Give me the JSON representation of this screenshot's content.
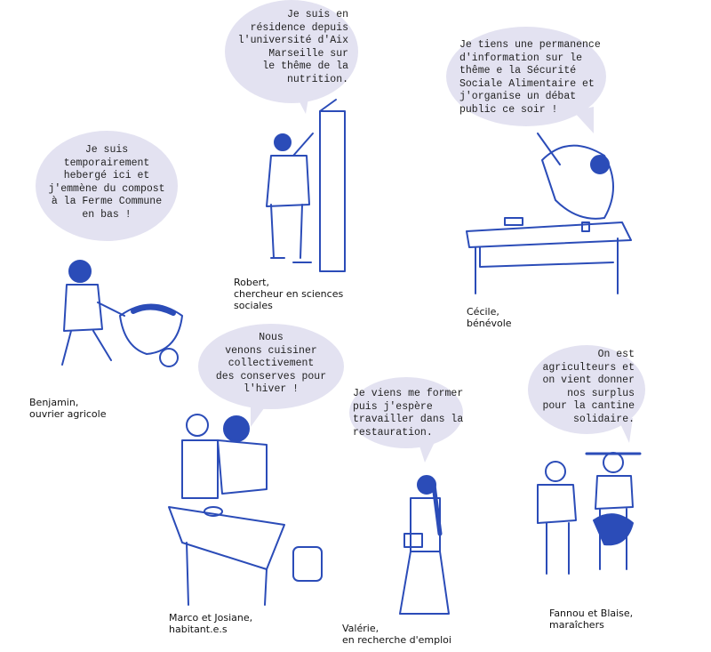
{
  "colors": {
    "bubble": "#e3e2f1",
    "ink": "#2b4cb8"
  },
  "characters": [
    {
      "id": "robert",
      "speech": "Je suis en\nrésidence depuis\nl'université d'Aix\nMarseille sur\nle thême de la\nnutrition.",
      "caption": [
        "Robert,",
        "chercheur en sciences",
        "sociales"
      ]
    },
    {
      "id": "cecile",
      "speech": "Je tiens une permanence\nd'information sur le\nthême e la Sécurité\nSociale Alimentaire et\nj'organise un débat\npublic ce soir !",
      "caption": [
        "Cécile,",
        "bénévole"
      ]
    },
    {
      "id": "benjamin",
      "speech": "Je suis\ntemporairement\nhebergé ici et\nj'emmène du compost\nà la Ferme Commune\nen bas !",
      "caption": [
        "Benjamin,",
        "ouvrier agricole"
      ]
    },
    {
      "id": "marco",
      "speech": "Nous\nvenons cuisiner\ncollectivement\ndes conserves pour\nl'hiver !",
      "caption": [
        "Marco et Josiane,",
        "habitant.e.s"
      ]
    },
    {
      "id": "valerie",
      "speech": "Je viens me former\npuis j'espère\ntravailler dans la\nrestauration.",
      "caption": [
        "Valérie,",
        "en recherche d'emploi"
      ]
    },
    {
      "id": "fannou",
      "speech": "On est\nagriculteurs et\non vient donner\nnos surplus\npour la cantine\nsolidaire.",
      "caption": [
        "Fannou et Blaise,",
        "maraîchers"
      ]
    }
  ]
}
